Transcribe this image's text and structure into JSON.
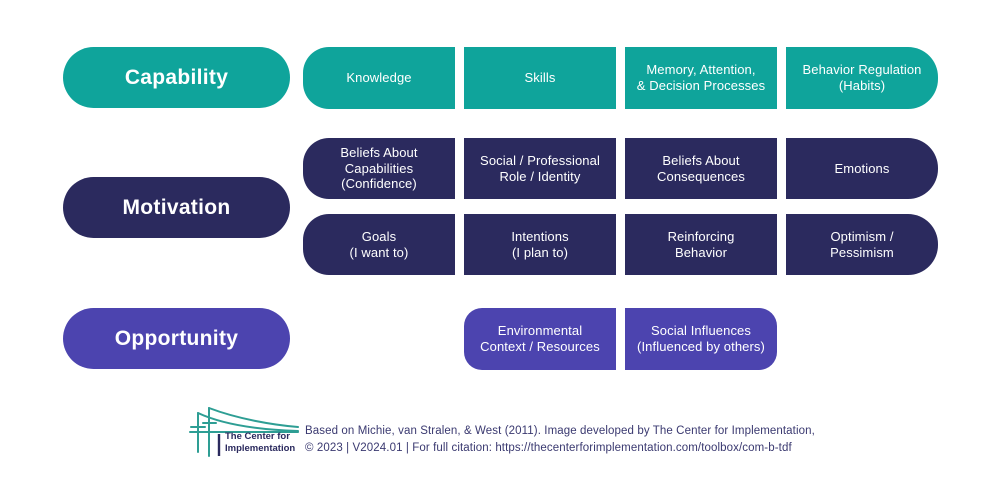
{
  "colors": {
    "teal": "#0fa49b",
    "navy": "#2b2a5e",
    "purple": "#4c44af",
    "box_text": "#ffffff",
    "footer_text": "#3a3970",
    "background": "#ffffff"
  },
  "diagram": {
    "capability": {
      "label": "Capability",
      "items": [
        "Knowledge",
        "Skills",
        "Memory, Attention,\n& Decision Processes",
        "Behavior Regulation\n(Habits)"
      ]
    },
    "motivation": {
      "label": "Motivation",
      "row1": [
        "Beliefs About\nCapabilities\n(Confidence)",
        "Social / Professional\nRole / Identity",
        "Beliefs About\nConsequences",
        "Emotions"
      ],
      "row2": [
        "Goals\n(I want to)",
        "Intentions\n(I plan to)",
        "Reinforcing\nBehavior",
        "Optimism /\nPessimism"
      ]
    },
    "opportunity": {
      "label": "Opportunity",
      "items": [
        "Environmental\nContext / Resources",
        "Social Influences\n(Influenced by others)"
      ]
    }
  },
  "footer": {
    "logo_line1": "The Center for",
    "logo_line2": "Implementation",
    "citation_line1": "Based on Michie, van Stralen, & West (2011). Image developed by The Center for Implementation,",
    "citation_line2": "© 2023 | V2024.01 | For full citation: https://thecenterforimplementation.com/toolbox/com-b-tdf"
  }
}
